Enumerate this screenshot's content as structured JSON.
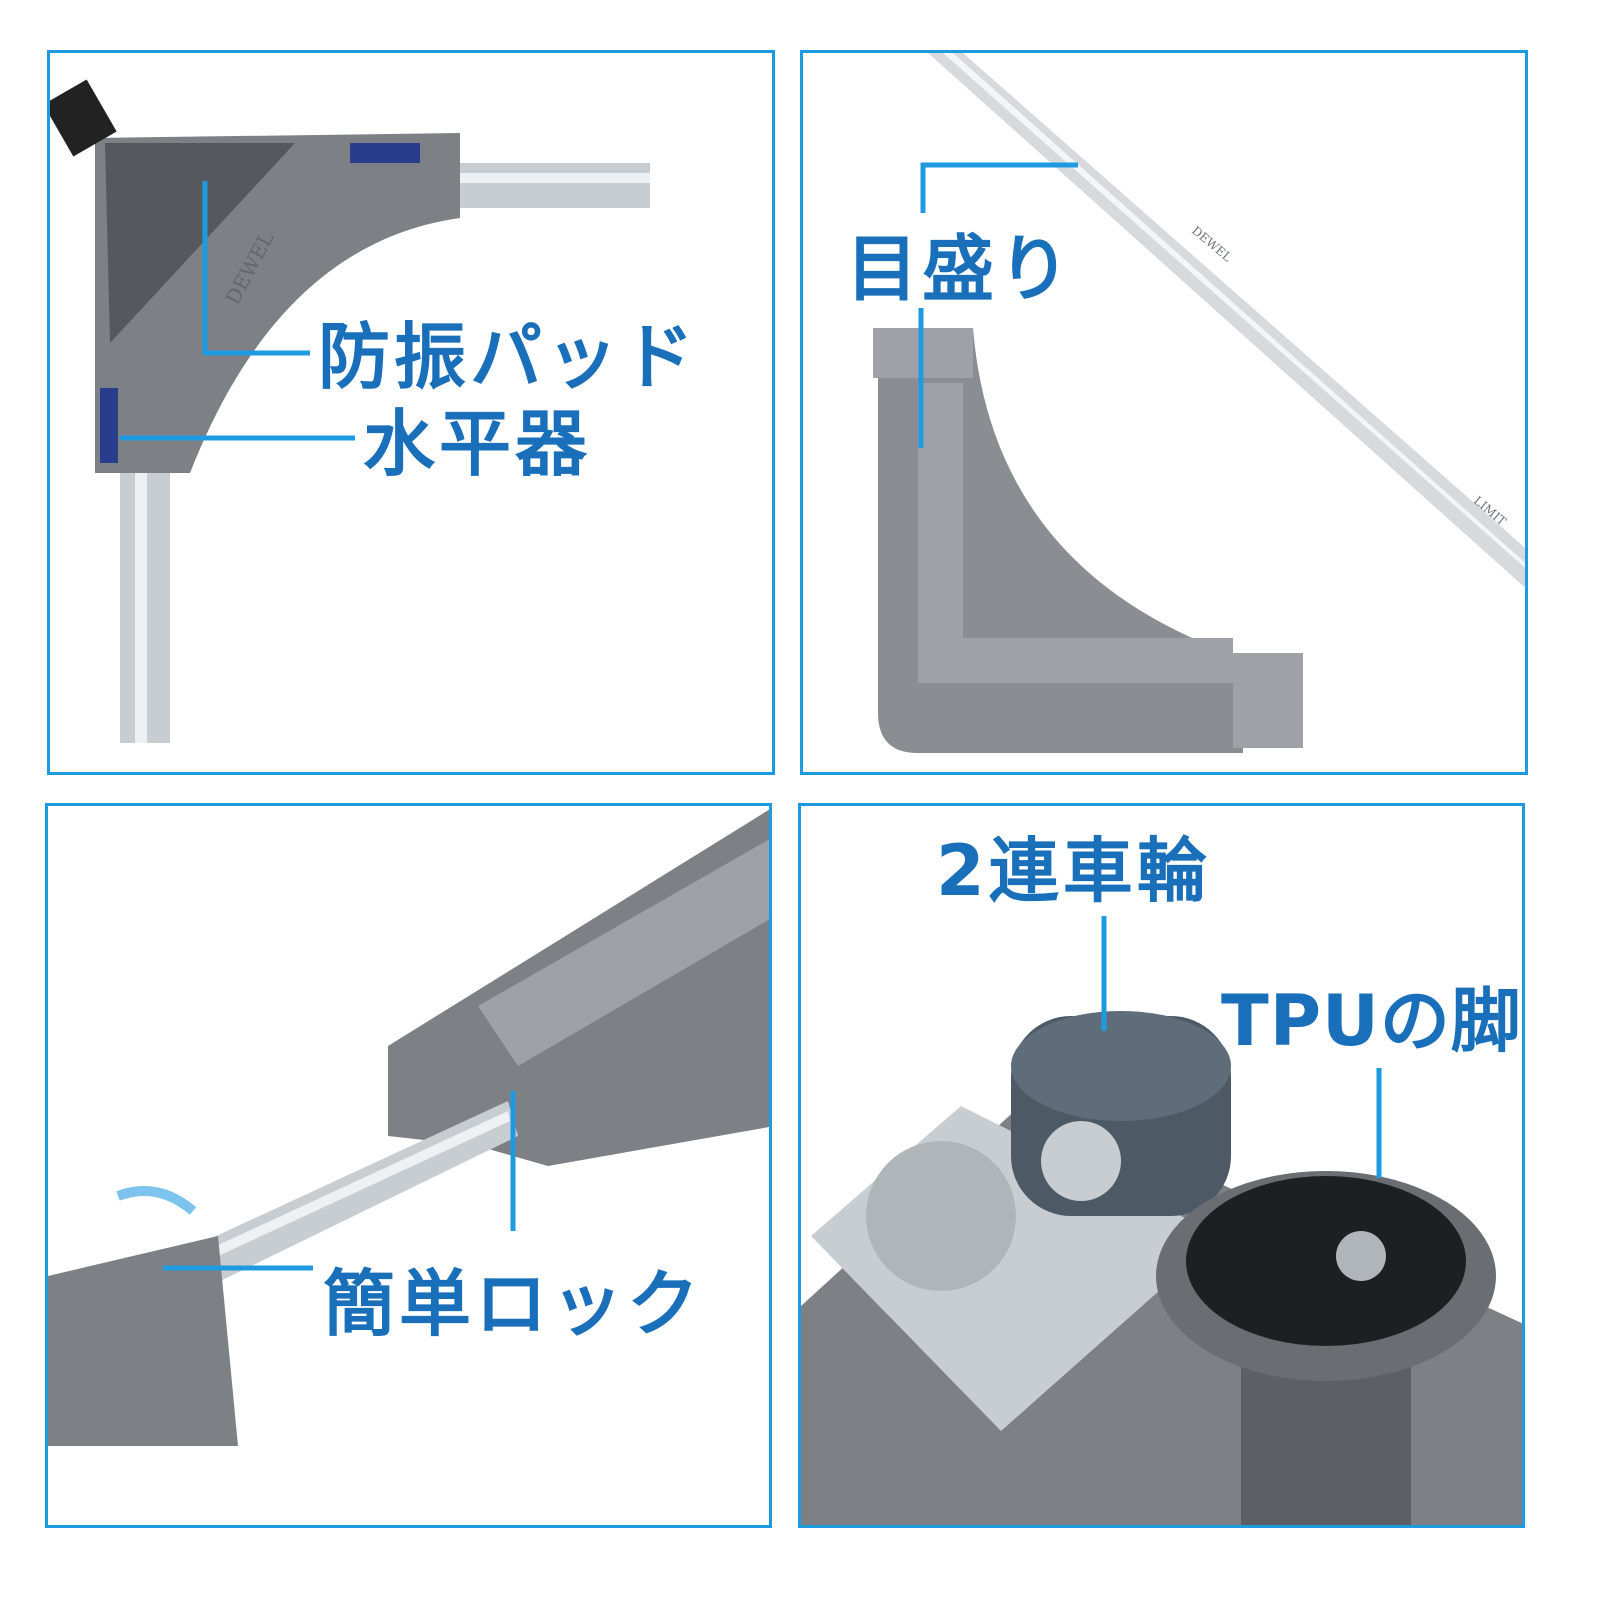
{
  "accent_color": "#1e9be0",
  "label_color": "#1a6fba",
  "brand_marking": "DEWEL",
  "ruler_marking": "LIMIT",
  "panels": [
    {
      "labels": [
        "防振パッド",
        "水平器"
      ]
    },
    {
      "labels": [
        "目盛り"
      ]
    },
    {
      "labels": [
        "簡単ロック"
      ]
    },
    {
      "labels": [
        "2連車輪",
        "TPUの脚"
      ]
    }
  ]
}
